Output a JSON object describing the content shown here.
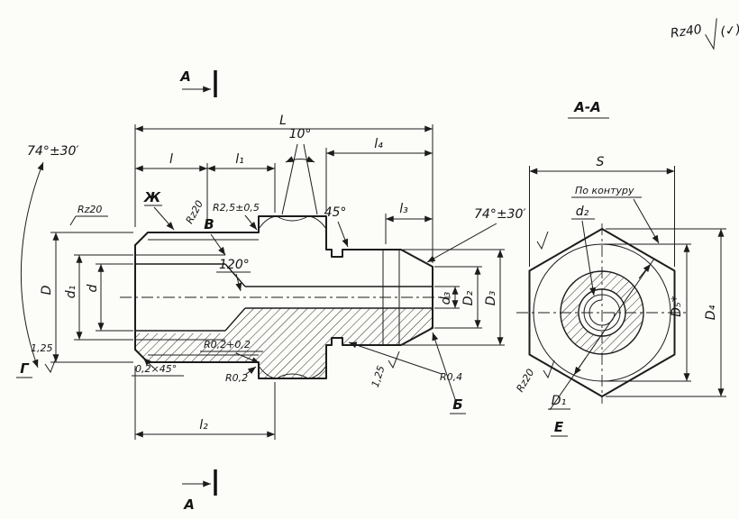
{
  "colors": {
    "ink": "#1c1c1c",
    "paper": "#fcfcf9"
  },
  "general_roughness": {
    "value": "Rz40",
    "bracket": "(✓)"
  },
  "cut": {
    "top": "А",
    "bottom": "А",
    "title": "А-А"
  },
  "dims": {
    "L": "L",
    "l": "l",
    "l1": "l₁",
    "l2": "l₂",
    "l3": "l₃",
    "l4": "l₄",
    "D": "D",
    "d": "d",
    "d1": "d₁",
    "d2": "d₂",
    "d3": "d₃",
    "D1": "D₁",
    "D2": "D₂",
    "D3": "D₃",
    "D4": "D₄",
    "D5": "D₅*",
    "S": "S"
  },
  "angles": {
    "left_cone": "74°±30′",
    "right_cone": "74°±30′",
    "hex_taper": "10°",
    "chamfer45": "45°",
    "drill_point": "120°"
  },
  "radii": {
    "thread_runout": "R2,5±0,5",
    "groove_plus": "R0,2+0,2",
    "groove": "R0,2",
    "neck": "R0,4"
  },
  "chamfers": {
    "left_end": "0,2×45°"
  },
  "roughness": {
    "face_left": "Rz20",
    "thread_slanted": "Rz20",
    "hex_flats": "Rz20",
    "seal_left": "1,25",
    "seal_right": "1,25"
  },
  "notes": {
    "contour": "По контуру"
  },
  "callouts": {
    "zh": "Ж",
    "v": "В",
    "b": "Б",
    "g": "Г",
    "e": "Е"
  }
}
